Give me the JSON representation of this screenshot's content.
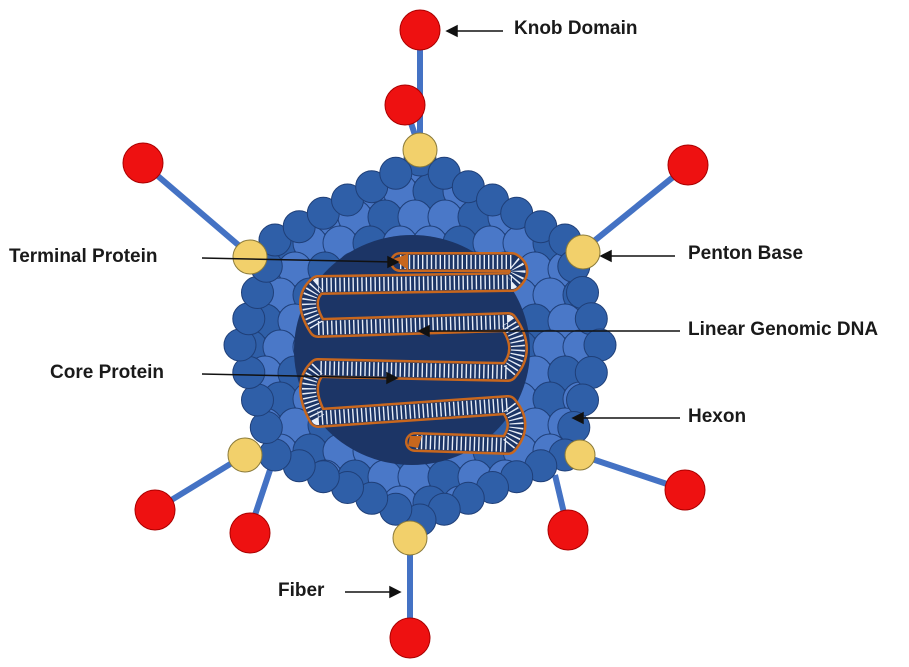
{
  "labels": {
    "knob_domain": "Knob Domain",
    "penton_base": "Penton Base",
    "terminal_protein": "Terminal Protein",
    "linear_genomic_dna": "Linear Genomic DNA",
    "core_protein": "Core Protein",
    "hexon": "Hexon",
    "fiber": "Fiber"
  },
  "colors": {
    "hexon_outer": "#2f5fa8",
    "hexon_inner": "#4a78c8",
    "hexon_stroke": "#1f3f78",
    "core": "#1c3566",
    "penton_base": "#f2d06b",
    "fiber": "#4472c4",
    "knob": "#ee1111",
    "dna_outline": "#c8671e",
    "dna_strand": "#e8eef8",
    "arrow": "#111111"
  }
}
